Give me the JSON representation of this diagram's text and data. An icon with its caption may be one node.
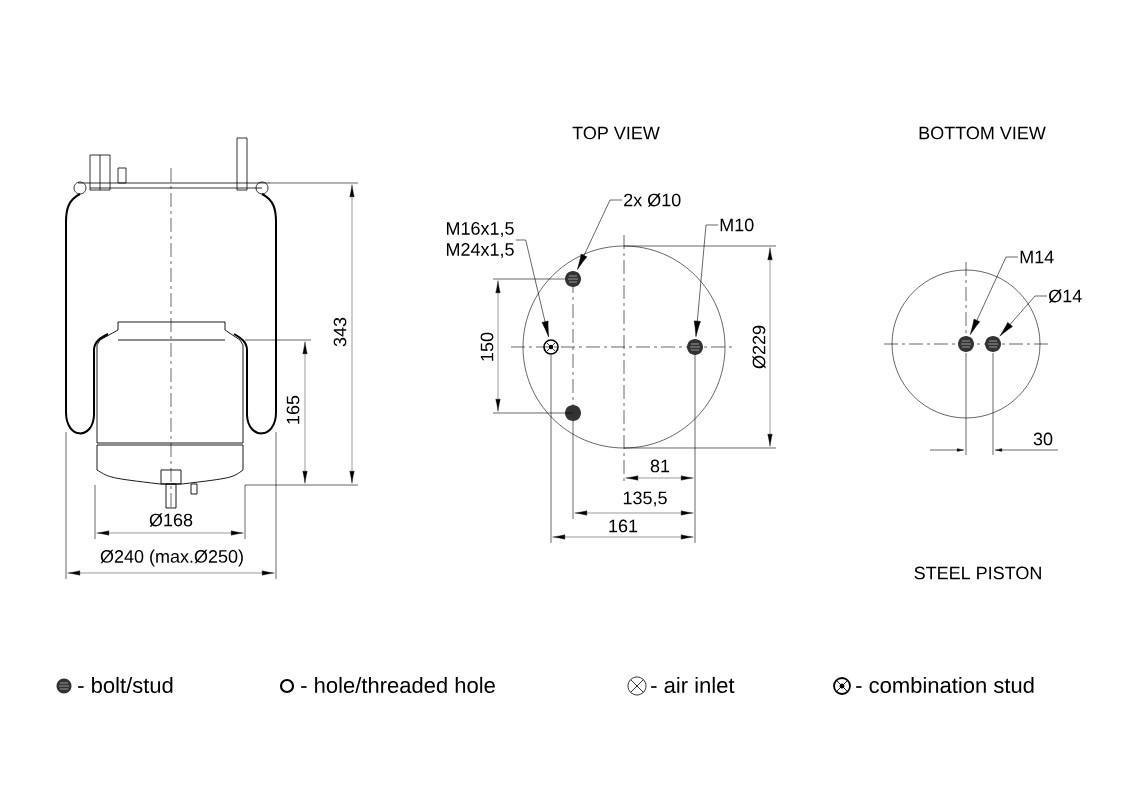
{
  "diagram": {
    "nodes": [
      {
        "text": [
          "M16x1,5",
          "M24x1,5"
        ]
      },
      {
        "text": [
          "2x Ø10"
        ]
      },
      {
        "text": [
          "M10"
        ]
      },
      {
        "text": [],
        "shape": "circle"
      },
      {
        "text": [],
        "shape": "circle"
      },
      {
        "text": [],
        "shape": "circle"
      },
      {
        "text": [
          "M14"
        ]
      },
      {
        "text": [
          "Ø14"
        ]
      },
      {
        "text": [],
        "shape": "circle"
      },
      {
        "text": [],
        "shape": "circle"
      }
    ],
    "edges": [
      {
        "from": 0,
        "to": 3,
        "arrow": "to"
      },
      {
        "from": 1,
        "to": 4,
        "arrow": "to"
      },
      {
        "from": 2,
        "to": 5,
        "arrow": "to"
      },
      {
        "from": 6,
        "to": 8,
        "arrow": "to"
      },
      {
        "from": 7,
        "to": 9,
        "arrow": "to"
      }
    ],
    "labels": [
      "TOP VIEW",
      "BOTTOM VIEW",
      "343",
      "165",
      "150",
      "Ø229",
      "30",
      "81",
      "135,5",
      "Ø168",
      "161",
      "Ø240 (max.Ø250)",
      "STEEL PISTON"
    ],
    "legend": [
      {
        "text": "- bolt/stud"
      },
      {
        "text": "- hole/threaded hole"
      },
      {
        "text": "- air inlet"
      },
      {
        "text": "- combination stud"
      }
    ]
  }
}
